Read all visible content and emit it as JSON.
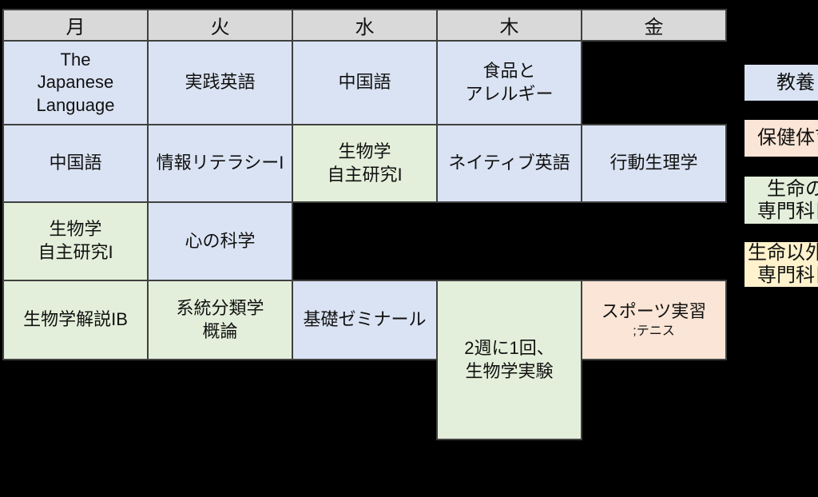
{
  "colors": {
    "header_bg": "#d9d9d9",
    "blue": "#dae3f3",
    "green": "#e3efda",
    "pink": "#fbe5d6",
    "yellow": "#fff2cc",
    "border": "#404040",
    "background": "#000000",
    "text": "#111111"
  },
  "timetable": {
    "days": [
      "月",
      "火",
      "水",
      "木",
      "金"
    ],
    "rows": [
      {
        "cells": [
          {
            "text": "The\nJapanese\nLanguage",
            "category": "blue"
          },
          {
            "text": "実践英語",
            "category": "blue"
          },
          {
            "text": "中国語",
            "category": "blue"
          },
          {
            "text": "食品と\nアレルギー",
            "category": "blue"
          },
          null
        ]
      },
      {
        "cells": [
          {
            "text": "中国語",
            "category": "blue"
          },
          {
            "text": "情報リテラシーI",
            "category": "blue"
          },
          {
            "text": "生物学\n自主研究I",
            "category": "green"
          },
          {
            "text": "ネイティブ英語",
            "category": "blue"
          },
          {
            "text": "行動生理学",
            "category": "blue"
          }
        ]
      },
      {
        "cells": [
          {
            "text": "生物学\n自主研究I",
            "category": "green"
          },
          {
            "text": "心の科学",
            "category": "blue"
          },
          null,
          null,
          null
        ]
      },
      {
        "cells": [
          {
            "text": "生物学解説IB",
            "category": "green"
          },
          {
            "text": "系統分類学\n概論",
            "category": "green"
          },
          {
            "text": "基礎ゼミナール",
            "category": "blue"
          },
          {
            "text": "2週に1回、\n生物学実験",
            "category": "green",
            "rowspan": 2
          },
          {
            "text": "スポーツ実習",
            "subtext": ";テニス",
            "category": "pink"
          }
        ]
      },
      {
        "cells": [
          null,
          null,
          null,
          "spanned",
          null
        ]
      }
    ]
  },
  "legend": {
    "items": [
      {
        "label": "教養",
        "category": "blue"
      },
      {
        "label": "保健体育",
        "category": "pink"
      },
      {
        "label": "生命の\n専門科目",
        "category": "green"
      },
      {
        "label": "生命以外の\n専門科目",
        "category": "yellow"
      }
    ]
  }
}
